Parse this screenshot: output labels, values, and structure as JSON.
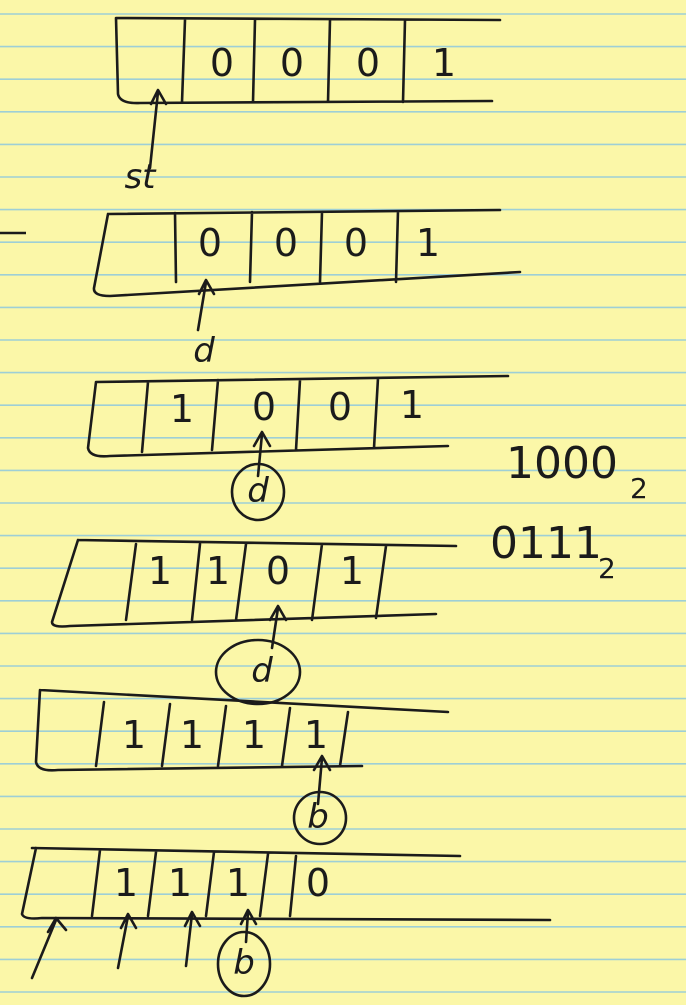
{
  "tapes": [
    {
      "cells": [
        "",
        "0",
        "0",
        "0",
        "1"
      ],
      "head": "st",
      "head_circled": false
    },
    {
      "cells": [
        "",
        "0",
        "0",
        "0",
        "1"
      ],
      "head": "d",
      "head_circled": false
    },
    {
      "cells": [
        "",
        "1",
        "0",
        "0",
        "1"
      ],
      "head": "d",
      "head_circled": true
    },
    {
      "cells": [
        "",
        "1",
        "1",
        "0",
        "1"
      ],
      "head": "d",
      "head_circled": true
    },
    {
      "cells": [
        "",
        "1",
        "1",
        "1",
        "1"
      ],
      "head": "b",
      "head_circled": true
    },
    {
      "cells": [
        "",
        "1",
        "1",
        "1",
        "0"
      ],
      "head": "b",
      "head_circled": true
    }
  ],
  "notes": [
    {
      "value": "1000",
      "subscript": "2"
    },
    {
      "value": "0111",
      "subscript": "2"
    }
  ]
}
